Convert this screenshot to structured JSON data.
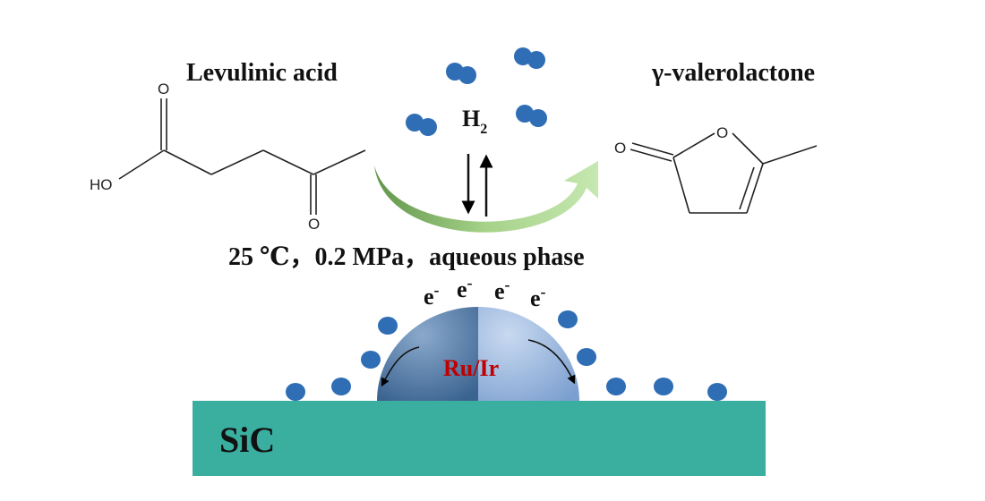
{
  "reactant": {
    "name": "Levulinic acid",
    "label_ho": "HO",
    "label_o_top": "O",
    "label_o_bottom": "O"
  },
  "product": {
    "name": "γ-valerolactone",
    "label_o_ring": "O",
    "label_o_carbonyl": "O"
  },
  "hydrogen": {
    "h": "H",
    "sub": "2"
  },
  "conditions": "25 ℃，0.2 MPa，aqueous phase",
  "electrons": [
    {
      "e": "e",
      "sup": "-"
    },
    {
      "e": "e",
      "sup": "-"
    },
    {
      "e": "e",
      "sup": "-"
    },
    {
      "e": "e",
      "sup": "-"
    }
  ],
  "catalyst": {
    "label": "Ru/Ir",
    "color": "#c00000"
  },
  "support": {
    "label": "SiC",
    "color": "#3aafa0"
  },
  "colors": {
    "h_atom": "#2f6db5",
    "sphere_left": "#4e77a6",
    "sphere_right": "#8fb0dc",
    "arrow_green": "#7fb65a"
  }
}
